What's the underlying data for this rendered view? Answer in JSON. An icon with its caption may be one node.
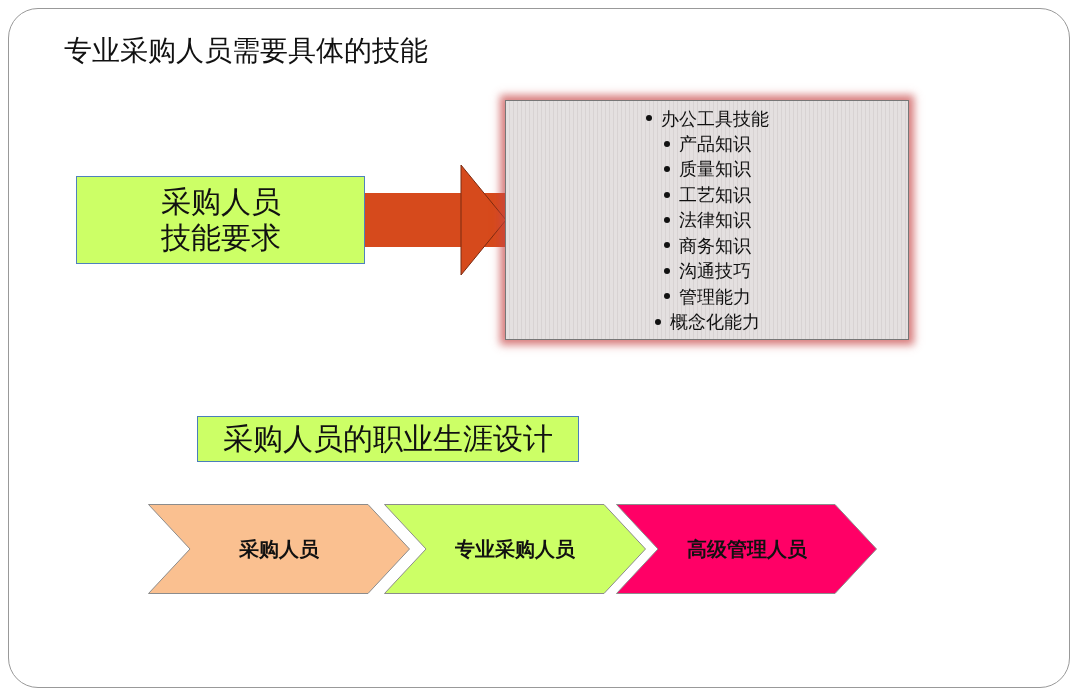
{
  "diagram": {
    "title": "专业采购人员需要具体的技能",
    "nodes": [
      {
        "text": [
          "采购人员技能要求"
        ]
      },
      {
        "text": [
          "办公工具技能",
          "产品知识",
          "质量知识",
          "工艺知识",
          "法律知识",
          "商务知识",
          "沟通技巧",
          "管理能力",
          "概念化能力"
        ]
      },
      {
        "text": [
          "采购人员的职业生涯设计"
        ]
      },
      {
        "text": [
          "采购人员"
        ]
      },
      {
        "text": [
          "专业采购人员"
        ]
      },
      {
        "text": [
          "高级管理人员"
        ]
      }
    ],
    "edges": [
      {
        "from": 0,
        "to": 1,
        "arrow": "to"
      }
    ]
  }
}
